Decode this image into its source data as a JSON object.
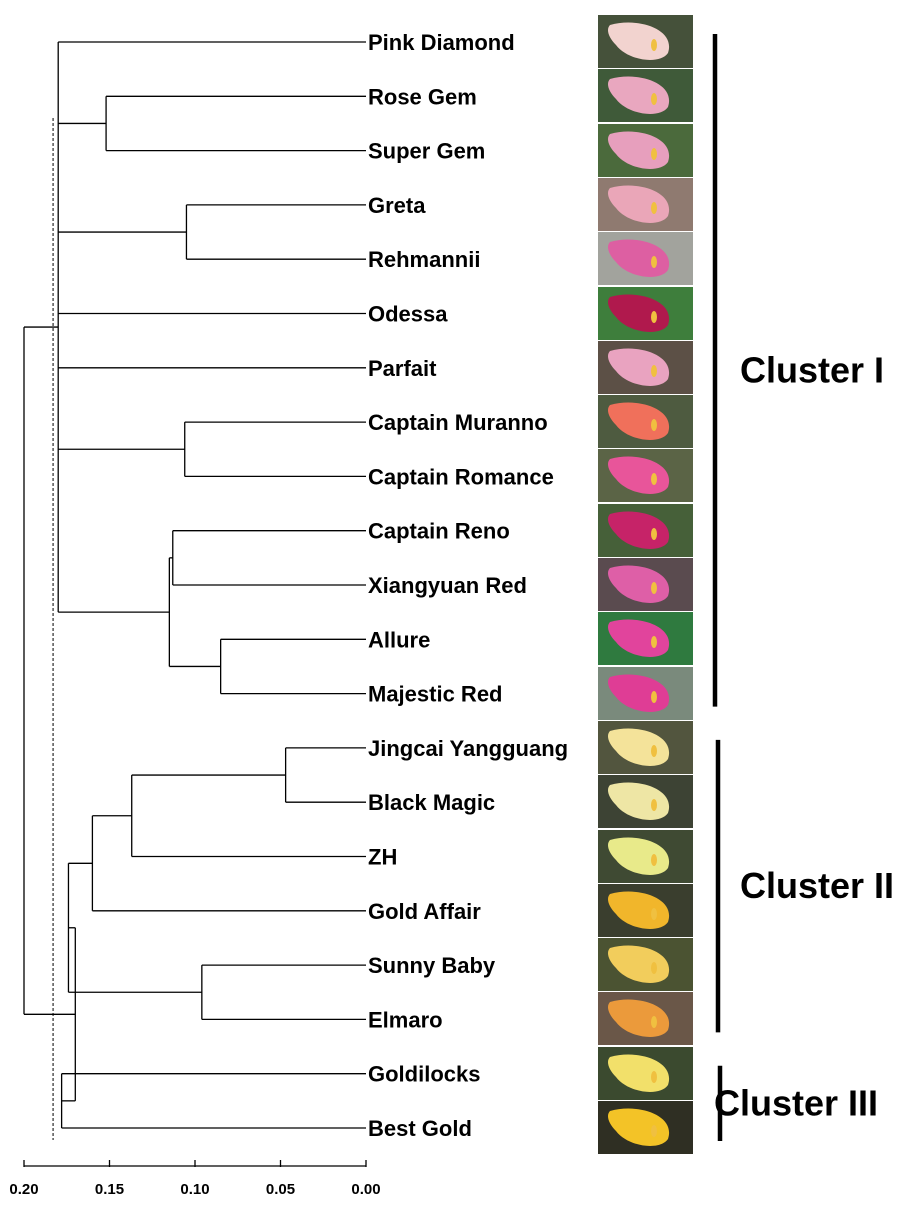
{
  "leaves": [
    {
      "name": "Pink Diamond",
      "color": "#f2d3cf",
      "bg": "#45513a"
    },
    {
      "name": "Rose Gem",
      "color": "#e9a7bf",
      "bg": "#3f5a39"
    },
    {
      "name": "Super Gem",
      "color": "#e79fbd",
      "bg": "#4b6a3c"
    },
    {
      "name": "Greta",
      "color": "#eaa6b8",
      "bg": "#8f7a70"
    },
    {
      "name": "Rehmannii",
      "color": "#dd5fa2",
      "bg": "#a2a39d"
    },
    {
      "name": "Odessa",
      "color": "#b0194d",
      "bg": "#3e7e3c"
    },
    {
      "name": "Parfait",
      "color": "#e9a3c0",
      "bg": "#5c5046"
    },
    {
      "name": "Captain Muranno",
      "color": "#f0705b",
      "bg": "#4e5b40"
    },
    {
      "name": "Captain Romance",
      "color": "#e8559a",
      "bg": "#5b6446"
    },
    {
      "name": "Captain Reno",
      "color": "#c62368",
      "bg": "#466039"
    },
    {
      "name": "Xiangyuan Red",
      "color": "#de5fa7",
      "bg": "#5a4b4f"
    },
    {
      "name": "Allure",
      "color": "#e1449c",
      "bg": "#2f7a3f"
    },
    {
      "name": "Majestic Red",
      "color": "#df3d95",
      "bg": "#7a8a7c"
    },
    {
      "name": "Jingcai Yangguang",
      "color": "#f4e39a",
      "bg": "#52553e"
    },
    {
      "name": "Black Magic",
      "color": "#eee6a5",
      "bg": "#3d4334"
    },
    {
      "name": "ZH",
      "color": "#e8ea8a",
      "bg": "#3f4a33"
    },
    {
      "name": "Gold Affair",
      "color": "#f1b62b",
      "bg": "#3a3e2e"
    },
    {
      "name": "Sunny Baby",
      "color": "#f2cd5c",
      "bg": "#4b5332"
    },
    {
      "name": "Elmaro",
      "color": "#eb9a3b",
      "bg": "#6a5748"
    },
    {
      "name": "Goldilocks",
      "color": "#f2e06a",
      "bg": "#3b4a2f"
    },
    {
      "name": "Best Gold",
      "color": "#f3c327",
      "bg": "#2f2f23"
    }
  ],
  "clusters": [
    {
      "label": "Cluster I",
      "from": 0,
      "to": 12
    },
    {
      "label": "Cluster II",
      "from": 13,
      "to": 18
    },
    {
      "label": "Cluster III",
      "from": 19,
      "to": 20
    }
  ],
  "axis": {
    "ticks": [
      0.2,
      0.15,
      0.1,
      0.05,
      0.0
    ],
    "tick_labels": [
      "0.20",
      "0.15",
      "0.10",
      "0.05",
      "0.00"
    ]
  },
  "cutoff_distance": 0.183,
  "tree": {
    "h": 0.2,
    "c": [
      {
        "h": 0.18,
        "c": [
          {
            "l": 0
          },
          {
            "h": 0.152,
            "c": [
              {
                "l": 1
              },
              {
                "l": 2
              }
            ]
          },
          {
            "h": 0.105,
            "c": [
              {
                "l": 3
              },
              {
                "l": 4
              }
            ]
          },
          {
            "l": 5
          },
          {
            "l": 6
          },
          {
            "h": 0.106,
            "c": [
              {
                "l": 7
              },
              {
                "l": 8
              }
            ]
          },
          {
            "h": 0.115,
            "c": [
              {
                "h": 0.113,
                "c": [
                  {
                    "l": 9
                  },
                  {
                    "l": 10
                  }
                ]
              },
              {
                "h": 0.085,
                "c": [
                  {
                    "l": 11
                  },
                  {
                    "l": 12
                  }
                ]
              }
            ]
          }
        ]
      },
      {
        "h": 0.17,
        "c": [
          {
            "h": 0.174,
            "c": [
              {
                "h": 0.16,
                "c": [
                  {
                    "h": 0.137,
                    "c": [
                      {
                        "h": 0.047,
                        "c": [
                          {
                            "l": 13
                          },
                          {
                            "l": 14
                          }
                        ]
                      },
                      {
                        "l": 15
                      }
                    ]
                  },
                  {
                    "l": 16
                  }
                ]
              },
              {
                "h": 0.096,
                "c": [
                  {
                    "l": 17
                  },
                  {
                    "l": 18
                  }
                ]
              }
            ]
          },
          {
            "h": 0.178,
            "c": [
              {
                "l": 19
              },
              {
                "l": 20
              }
            ]
          }
        ]
      }
    ]
  }
}
